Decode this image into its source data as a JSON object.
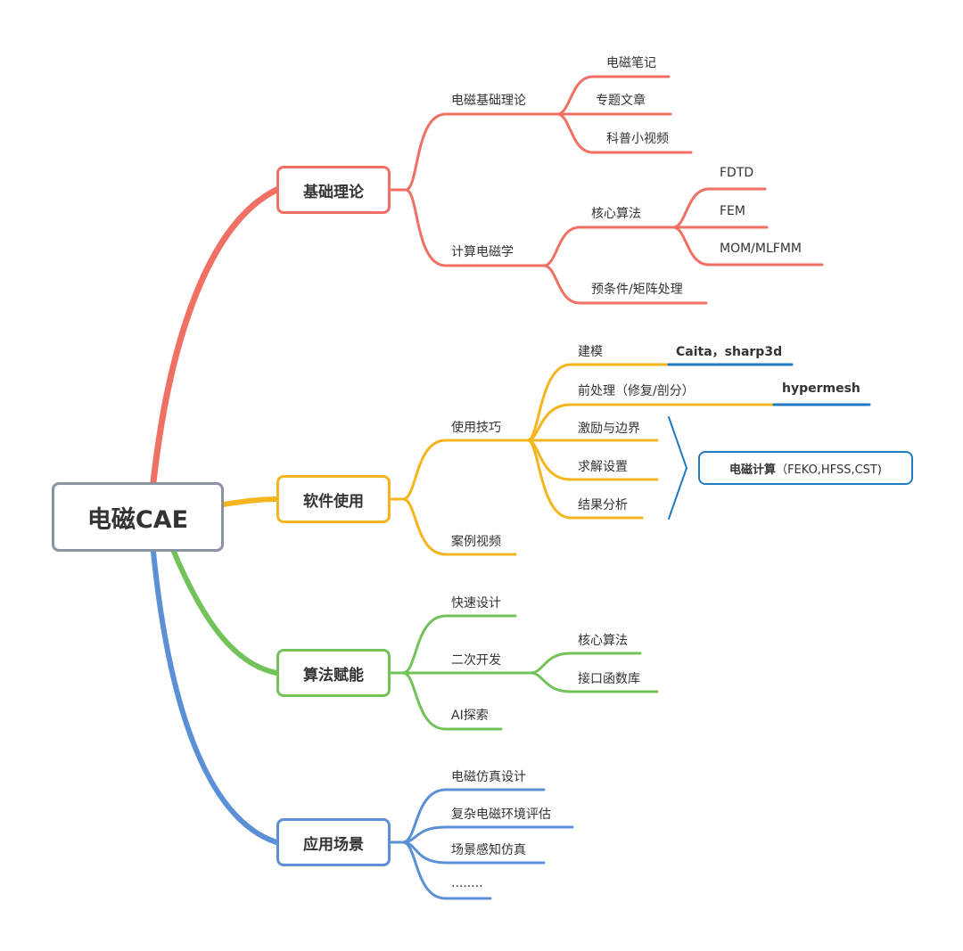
{
  "root": {
    "label": "电磁CAE"
  },
  "colors": {
    "theory": "#f07063",
    "software": "#f5b51e",
    "algorithm": "#73c35a",
    "application": "#5b8fd6",
    "tool": "#1e7bc2",
    "root_border": "#8a93a0"
  },
  "theory": {
    "label": "基础理论",
    "basics": {
      "label": "电磁基础理论",
      "items": [
        "电磁笔记",
        "专题文章",
        "科普小视频"
      ]
    },
    "cem": {
      "label": "计算电磁学",
      "core": {
        "label": "核心算法",
        "items": [
          "FDTD",
          "FEM",
          "MOM/MLFMM"
        ]
      },
      "precond": "预条件/矩阵处理"
    }
  },
  "software": {
    "label": "软件使用",
    "skills": {
      "label": "使用技巧",
      "modeling": {
        "label": "建模",
        "tool": "Caita，sharp3d"
      },
      "preprocess": {
        "label": "前处理（修复/剖分）",
        "tool": "hypermesh"
      },
      "items": [
        "激励与边界",
        "求解设置",
        "结果分析"
      ],
      "solver": {
        "label": "电磁计算",
        "detail": "（FEKO,HFSS,CST)"
      }
    },
    "videos": "案例视频"
  },
  "algorithm": {
    "label": "算法赋能",
    "fast": "快速设计",
    "secondary": {
      "label": "二次开发",
      "items": [
        "核心算法",
        "接口函数库"
      ]
    },
    "ai": "AI探索"
  },
  "application": {
    "label": "应用场景",
    "items": [
      "电磁仿真设计",
      "复杂电磁环境评估",
      "场景感知仿真",
      "........"
    ]
  }
}
